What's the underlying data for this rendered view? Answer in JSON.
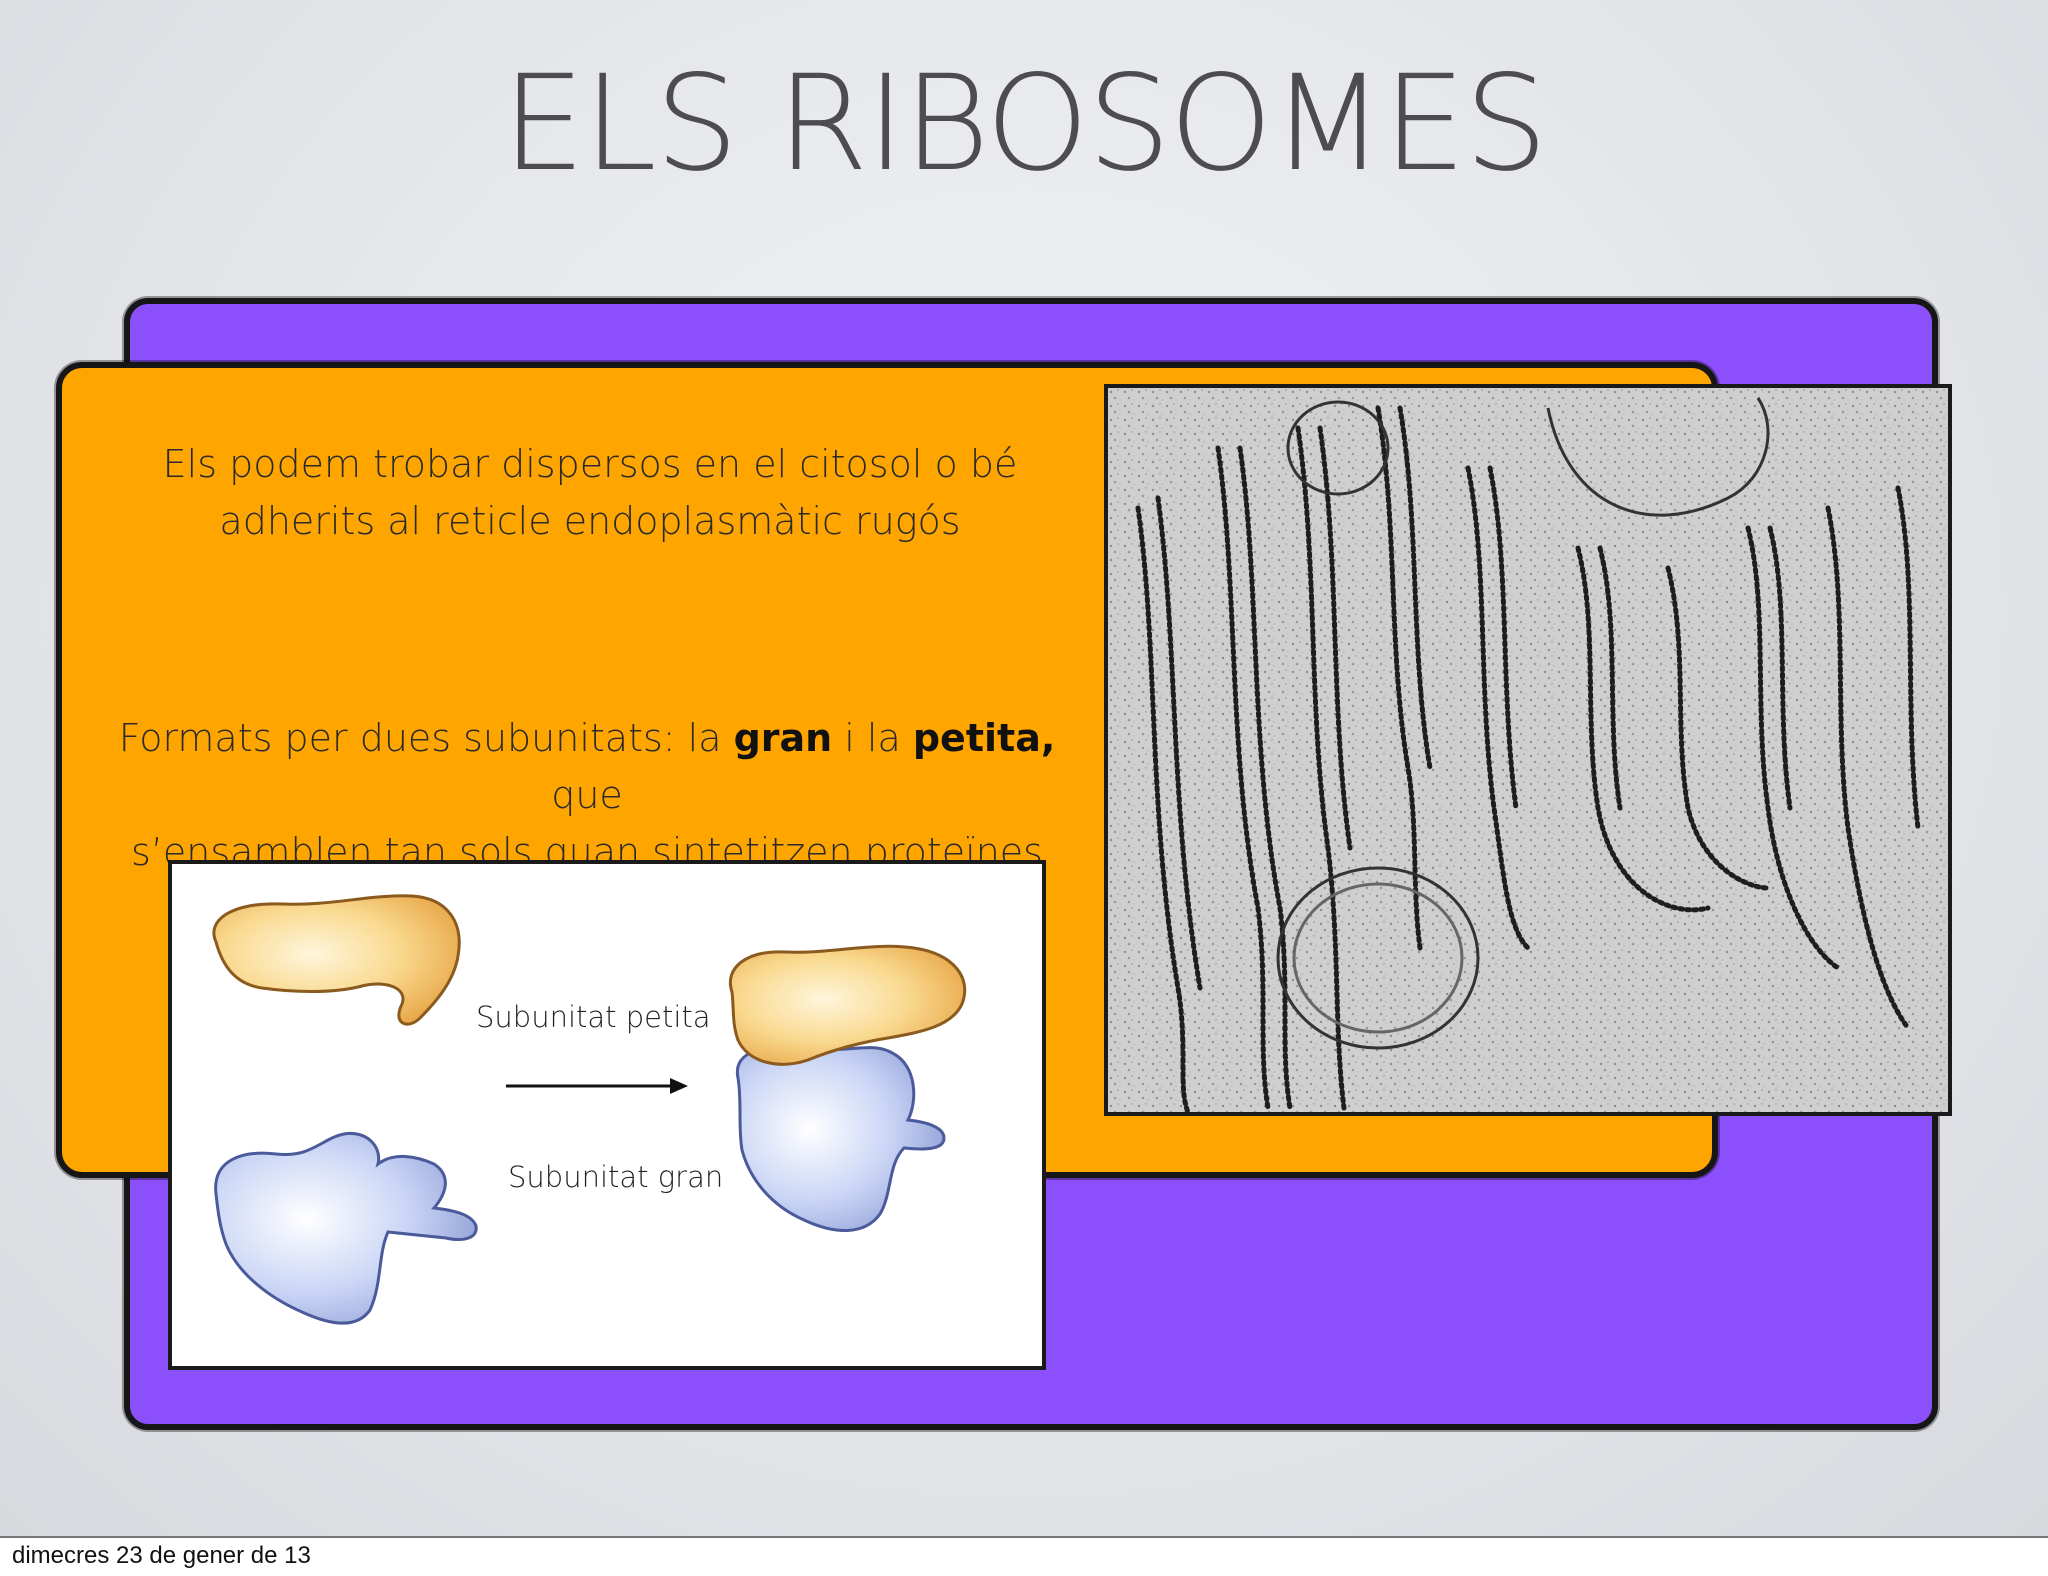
{
  "slide": {
    "title": "ELS RIBOSOMES",
    "paragraph1": {
      "line1": "Els podem trobar dispersos en el citosol o bé",
      "line2": "adherits al reticle endoplasmàtic rugós"
    },
    "paragraph2": {
      "prefix": "Formats per dues subunitats: la ",
      "bold1": "gran",
      "middle": " i la ",
      "bold2": "petita,",
      "suffix": " que",
      "line2": "s’ensamblen tan sols quan sintetitzen proteïnes"
    },
    "diagram": {
      "label_small": "Subunitat petita",
      "label_large": "Subunitat gran"
    },
    "colors": {
      "panel_back": "#8b4ffb",
      "panel_front": "#ffa500",
      "small_subunit": "#f7cf78",
      "large_subunit": "#b9c8f0"
    }
  },
  "footer": {
    "date": "dimecres 23 de gener de 13"
  }
}
